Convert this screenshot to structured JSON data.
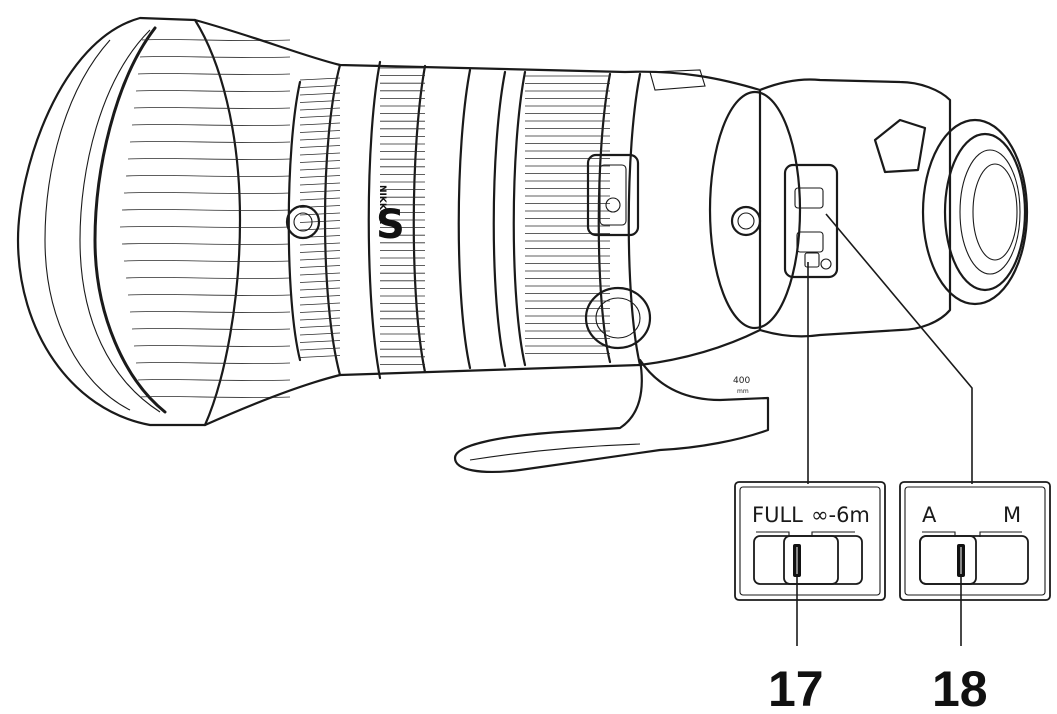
{
  "lens": {
    "brand_mark": "S",
    "brand_name": "NIKKOR",
    "focal_mark": "400",
    "focal_unit": "mm"
  },
  "callouts": [
    {
      "number": "17",
      "switch_left_label": "FULL",
      "switch_right_label": "∞-6m",
      "position": "left"
    },
    {
      "number": "18",
      "switch_left_label": "A",
      "switch_right_label": "M",
      "position": "left"
    }
  ]
}
